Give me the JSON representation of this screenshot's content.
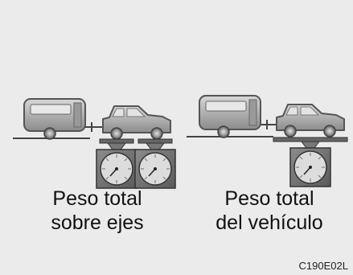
{
  "figure_code": "C190E02L",
  "panels": [
    {
      "caption_line1": "Peso total",
      "caption_line2": "sobre ejes"
    },
    {
      "caption_line1": "Peso total",
      "caption_line2": "del vehículo"
    }
  ],
  "colors": {
    "background": "#ebebeb",
    "vehicle_body": "#b4b4b4",
    "vehicle_outline": "#555555",
    "scale_face": "#dcdcdc",
    "text": "#111111"
  }
}
